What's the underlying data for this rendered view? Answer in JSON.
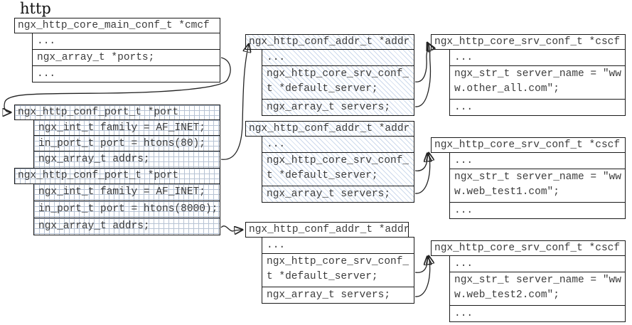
{
  "title": "http",
  "colors": {
    "border": "#1a1a1a",
    "text": "#3c3c3c",
    "grid_pattern_line": "#b7c3d4",
    "hatch_pattern_line": "#ccd9ec",
    "arrow": "#242424"
  },
  "blocks": {
    "cmcf": {
      "header": "ngx_http_core_main_conf_t *cmcf",
      "rows": [
        "...",
        "ngx_array_t *ports;",
        "..."
      ]
    },
    "port1": {
      "header": "ngx_http_conf_port_t *port",
      "rows": [
        "ngx_int_t family = AF_INET;",
        "in_port_t port = htons(80);",
        "ngx_array_t addrs;"
      ]
    },
    "port2": {
      "header": "ngx_http_conf_port_t *port",
      "rows": [
        "ngx_int_t family = AF_INET;",
        "in_port_t port = htons(8000);",
        "ngx_array_t addrs;"
      ]
    },
    "addr1": {
      "header": "ngx_http_conf_addr_t *addr",
      "rows": [
        "...",
        "ngx_http_core_srv_conf_t *default_server;",
        "ngx_array_t servers;"
      ]
    },
    "addr2": {
      "header": "ngx_http_conf_addr_t *addr",
      "rows": [
        "...",
        "ngx_http_core_srv_conf_t *default_server;",
        "ngx_array_t servers;"
      ]
    },
    "addr3": {
      "header": "ngx_http_conf_addr_t *addr",
      "rows": [
        "...",
        "ngx_http_core_srv_conf_t *default_server;",
        "ngx_array_t servers;"
      ]
    },
    "cscf1": {
      "header": "ngx_http_core_srv_conf_t *cscf",
      "rows": [
        "...",
        "ngx_str_t server_name = ″www.other_all.com″;",
        "..."
      ]
    },
    "cscf2": {
      "header": "ngx_http_core_srv_conf_t *cscf",
      "rows": [
        "...",
        "ngx_str_t server_name = ″www.web_test1.com″;",
        "..."
      ]
    },
    "cscf3": {
      "header": "ngx_http_core_srv_conf_t *cscf",
      "rows": [
        "...",
        "ngx_str_t server_name = ″www.web_test2.com″;",
        "..."
      ]
    }
  },
  "arrows": [
    {
      "from": "cmcf.ports",
      "to": "port1.header"
    },
    {
      "from": "port1.addrs",
      "to": "addr1.header"
    },
    {
      "from": "port2.addrs",
      "to": "addr3.header"
    },
    {
      "from": "addr1.default_server",
      "to": "cscf1.header"
    },
    {
      "from": "addr1.servers",
      "to": "cscf1.header"
    },
    {
      "from": "addr2.default_server",
      "to": "cscf2.header"
    },
    {
      "from": "addr2.servers",
      "to": "cscf2.header"
    },
    {
      "from": "addr3.default_server",
      "to": "cscf3.header"
    },
    {
      "from": "addr3.servers",
      "to": "cscf3.header"
    }
  ]
}
